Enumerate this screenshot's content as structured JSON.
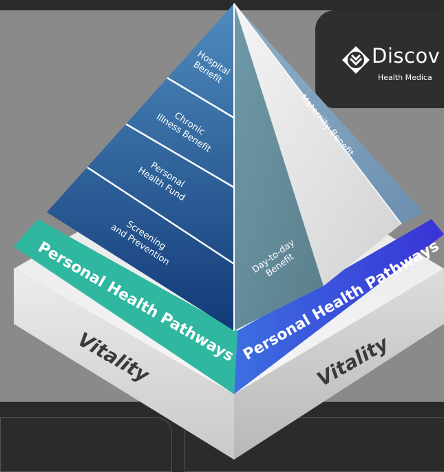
{
  "brand": {
    "name": "Discov",
    "subtitle": "Health Medica"
  },
  "pyramid": {
    "left_face": [
      {
        "lines": [
          "Hospital",
          "Benefit"
        ]
      },
      {
        "lines": [
          "Chronic",
          "Illness Benefit"
        ]
      },
      {
        "lines": [
          "Personal",
          "Health Fund"
        ]
      },
      {
        "lines": [
          "Screening",
          "and Prevention"
        ]
      }
    ],
    "right_face": [
      {
        "lines": [
          "Maternity Benefit"
        ]
      },
      {
        "lines": [
          "Day-to-day",
          "Benefit"
        ]
      }
    ]
  },
  "base": {
    "band_left": "Personal Health Pathways",
    "band_right": "Personal Health Pathways",
    "side_left": "Vitality",
    "side_right": "Vitality"
  },
  "colors": {
    "band_left": "#2fb7a0",
    "band_right": "#3a3fdd",
    "pyramid_blue": "#2e5fa0"
  }
}
